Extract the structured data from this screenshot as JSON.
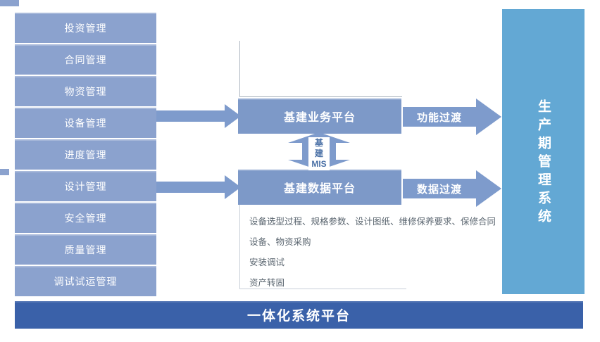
{
  "left_column": {
    "items": [
      "投资管理",
      "合同管理",
      "物资管理",
      "设备管理",
      "进度管理",
      "设计管理",
      "安全管理",
      "质量管理",
      "调试试运管理"
    ]
  },
  "middle": {
    "business_platform": "基建业务平台",
    "data_platform": "基建数据平台",
    "mis_link": {
      "lines": [
        "基",
        "建",
        "MIS"
      ]
    },
    "detail_items": [
      "设备选型过程、规格参数、设计图纸、维修保养要求、保修合同",
      "设备、物资采购",
      "安装调试",
      "资产转固"
    ]
  },
  "transitions": {
    "function_label": "功能过渡",
    "data_label": "数据过渡"
  },
  "right_panel": {
    "title": "生产期管理系统"
  },
  "bottom_bar": {
    "label": "一体化系统平台"
  },
  "colors": {
    "left_box": "#8BA2CE",
    "platform_box": "#7D99C8",
    "arrow": "#7E9BCC",
    "right_panel": "#63A8D4",
    "bottom_bar": "#3A61A9",
    "outline": "#AFB8C2",
    "outline_light": "#C8CFD8",
    "detail_text": "#5B6670",
    "mis_text": "#4A70A6"
  }
}
